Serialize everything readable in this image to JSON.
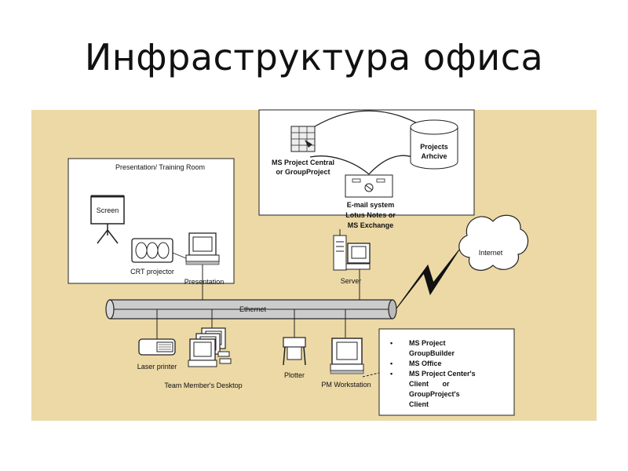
{
  "title": "Инфраструктура офиса",
  "colors": {
    "background": "#ecd9a6",
    "box": "#ffffff",
    "line": "#222222",
    "ethernet": "#cccccc"
  },
  "diagram": {
    "training_room": {
      "label": "Presentation/ Training Room",
      "screen": "Screen",
      "crt": "CRT projector",
      "presentation": "Presentation"
    },
    "server_area": {
      "ms_project_line1": "MS Project Central",
      "ms_project_line2": "or GroupProject",
      "archive_line1": "Projects",
      "archive_line2": "Arhcive",
      "email_line1": "E-mail system",
      "email_line2": "Lotus Notes   or",
      "email_line3": "MS Exchange"
    },
    "server": "Server",
    "internet": "Internet",
    "ethernet": "Ethernet",
    "laser_printer": "Laser printer",
    "team_desktop": "Team Member's Desktop",
    "plotter": "Plotter",
    "pm_workstation": "PM Workstation",
    "software_list": {
      "items": [
        {
          "bullet": "•",
          "line1": "MS Project"
        },
        {
          "line1": "GroupBuilder"
        },
        {
          "bullet": "•",
          "line1": "MS Office"
        },
        {
          "bullet": "•",
          "line1": "MS Project Center's"
        },
        {
          "line1": "Client       or"
        },
        {
          "line1": "GroupProject's"
        },
        {
          "line1": "Client"
        }
      ]
    }
  }
}
